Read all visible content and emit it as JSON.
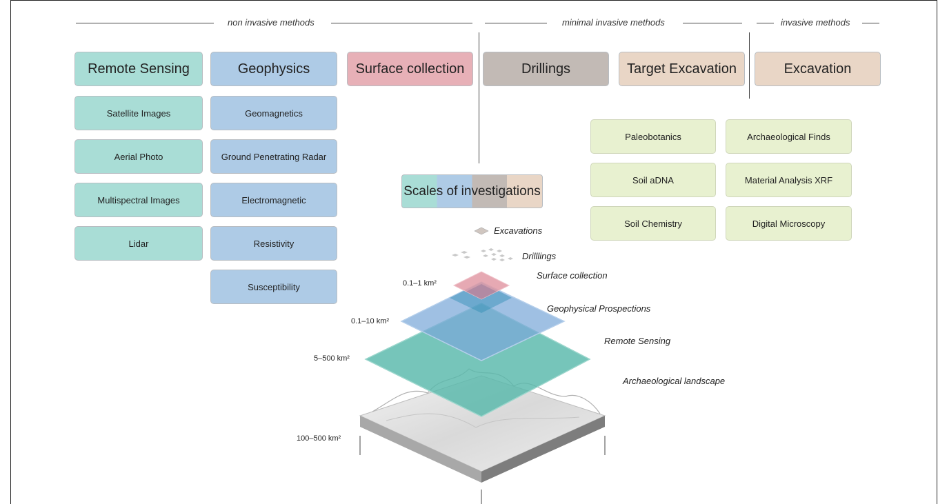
{
  "headers": {
    "non_invasive": "non invasive methods",
    "minimal_invasive": "minimal invasive methods",
    "invasive": "invasive methods"
  },
  "categories": {
    "remote_sensing": "Remote Sensing",
    "geophysics": "Geophysics",
    "surface_collection": "Surface collection",
    "drillings": "Drillings",
    "target_excavation": "Target Excavation",
    "excavation": "Excavation"
  },
  "remote_sensing_methods": [
    "Satellite Images",
    "Aerial Photo",
    "Multispectral Images",
    "Lidar"
  ],
  "geophysics_methods": [
    "Geomagnetics",
    "Ground Penetrating Radar",
    "Electromagnetic",
    "Resistivity",
    "Susceptibility"
  ],
  "analysis_left": [
    "Paleobotanics",
    "Soil aDNA",
    "Soil Chemistry"
  ],
  "analysis_right": [
    "Archaeological Finds",
    "Material Analysis XRF",
    "Digital Microscopy"
  ],
  "scales_title": "Scales of investigations",
  "layer_labels": {
    "excavations": "Excavations",
    "drillings": "Drilllings",
    "surface_collection": "Surface collection",
    "geophysical": "Geophysical Prospections",
    "remote_sensing": "Remote Sensing",
    "landscape": "Archaeological landscape"
  },
  "area_labels": {
    "surface": "0.1–1 km²",
    "geophysical": "0.1–10 km²",
    "remote": "5–500 km²",
    "landscape": "100–500 km²"
  },
  "colors": {
    "teal": "#a9ddd6",
    "blue": "#aecbe6",
    "pink": "#e7b0b7",
    "grey": "#c2bab5",
    "beige": "#e9d6c6",
    "green": "#e8f1d0"
  }
}
